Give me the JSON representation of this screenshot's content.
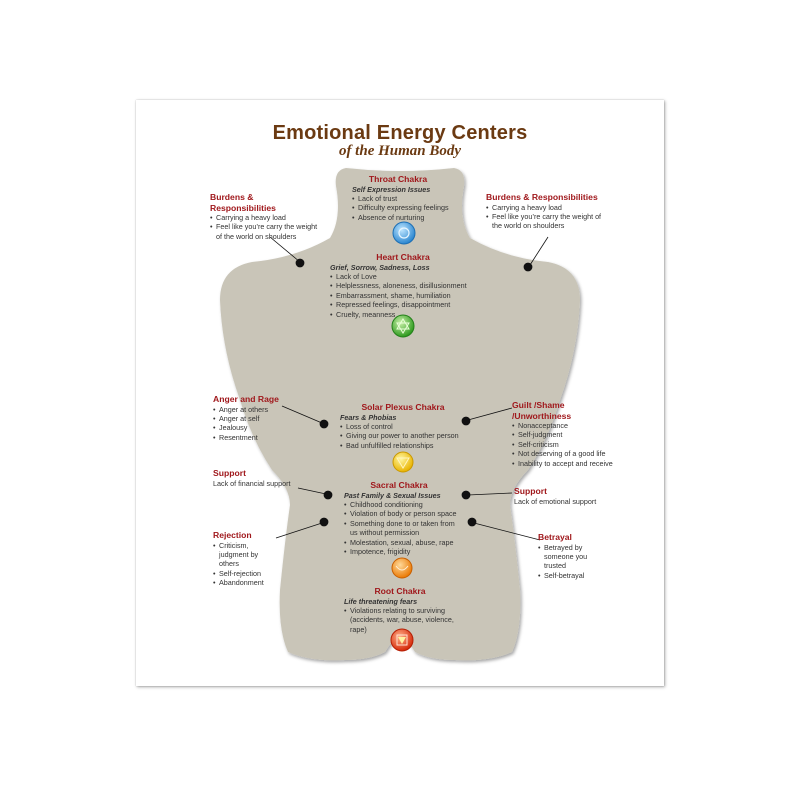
{
  "title": "Emotional Energy Centers",
  "subtitle": "of the Human Body",
  "colors": {
    "title": "#6b3a12",
    "heading": "#a0181c",
    "body_silhouette": "#c9c5b8",
    "throat": "#3a9fe0",
    "heart": "#3fae2a",
    "solar_plexus": "#f2c400",
    "sacral": "#f28a0c",
    "root": "#e03a12"
  },
  "chakras": {
    "throat": {
      "name": "Throat Chakra",
      "sub": "Self Expression Issues",
      "items": [
        "Lack of trust",
        "Difficulty expressing feelings",
        "Absence of nurturing"
      ]
    },
    "heart": {
      "name": "Heart Chakra",
      "sub": "Grief, Sorrow, Sadness, Loss",
      "items": [
        "Lack of Love",
        "Helplessness, aloneness, disillusionment",
        "Embarrassment, shame, humiliation",
        "Repressed feelings, disappointment",
        "Cruelty, meanness"
      ]
    },
    "solar": {
      "name": "Solar Plexus Chakra",
      "sub": "Fears & Phobias",
      "items": [
        "Loss of control",
        "Giving our power to another person",
        "Bad unfulfilled relationships"
      ]
    },
    "sacral": {
      "name": "Sacral Chakra",
      "sub": "Past Family & Sexual Issues",
      "items": [
        "Childhood conditioning",
        "Violation of body or person space",
        "Something done to or taken from us without permission",
        "Molestation, sexual, abuse, rape",
        "Impotence, frigidity"
      ]
    },
    "root": {
      "name": "Root Chakra",
      "sub": "Life threatening fears",
      "items": [
        "Violations relating to surviving (accidents, war, abuse, violence, rape)"
      ]
    }
  },
  "callouts": {
    "burdens_left": {
      "title": "Burdens & Responsibilities",
      "items": [
        "Carrying a heavy load",
        "Feel like you’re carry the weight of the world on shoulders"
      ]
    },
    "burdens_right": {
      "title": "Burdens & Responsibilities",
      "items": [
        "Carrying a heavy load",
        "Feel like you’re carry the weight of the world on shoulders"
      ]
    },
    "anger": {
      "title": "Anger and Rage",
      "items": [
        "Anger at others",
        "Anger at self",
        "Jealousy",
        "Resentment"
      ]
    },
    "guilt": {
      "title": "Guilt /Shame /Unworthiness",
      "items": [
        "Nonacceptance",
        "Self-judgment",
        "Self-criticism",
        "Not deserving of a good life",
        "Inability to accept and receive"
      ]
    },
    "support_left": {
      "title": "Support",
      "text": "Lack of financial support"
    },
    "support_right": {
      "title": "Support",
      "text": "Lack of emotional support"
    },
    "rejection": {
      "title": "Rejection",
      "items": [
        "Criticism, judgment by others",
        "Self-rejection",
        "Abandonment"
      ]
    },
    "betrayal": {
      "title": "Betrayal",
      "items": [
        "Betrayed by someone you trusted",
        "Self-betrayal"
      ]
    }
  }
}
